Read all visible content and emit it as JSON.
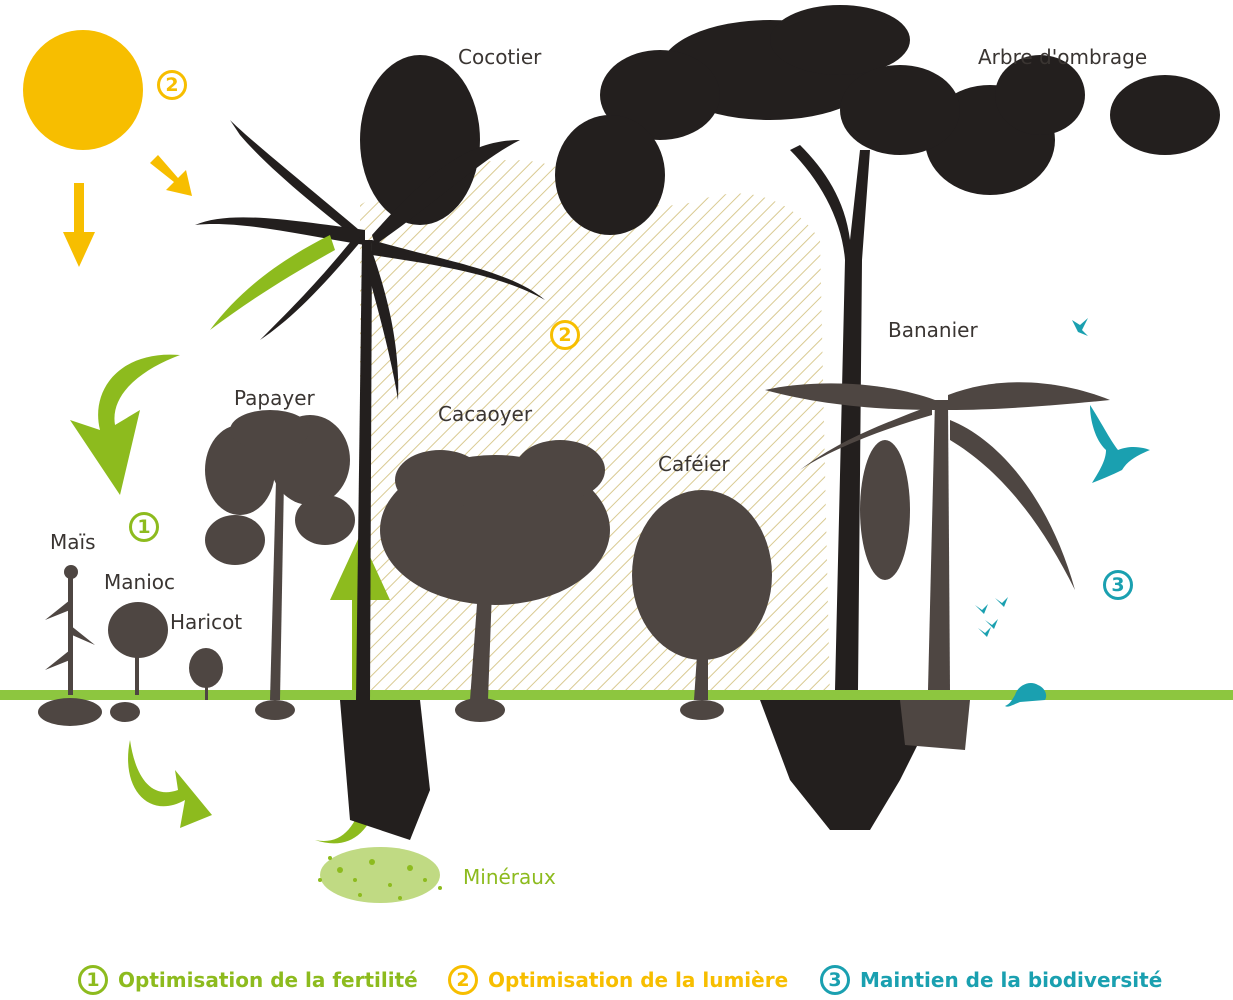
{
  "colors": {
    "fertility": "#8dbb1e",
    "light": "#f7be00",
    "biodiversity": "#1aa0b0",
    "tree": "#231f1e",
    "shrub": "#4e4642",
    "ground": "#8dc63f"
  },
  "plants": {
    "cocotier": "Cocotier",
    "arbre_ombrage": "Arbre d'ombrage",
    "bananier": "Bananier",
    "papayer": "Papayer",
    "cacaoyer": "Cacaoyer",
    "cafeier": "Caféier",
    "mais": "Maïs",
    "manioc": "Manioc",
    "haricot": "Haricot"
  },
  "soil": {
    "mineraux": "Minéraux"
  },
  "markers": {
    "one": "1",
    "two": "2",
    "three": "3"
  },
  "legend": [
    {
      "number": "1",
      "label": "Optimisation de la fertilité"
    },
    {
      "number": "2",
      "label": "Optimisation de la lumière"
    },
    {
      "number": "3",
      "label": "Maintien de la biodiversité"
    }
  ],
  "icons": [
    "sun-icon",
    "bird-icon",
    "butterfly-icon",
    "mouse-icon",
    "arrow-icon"
  ]
}
